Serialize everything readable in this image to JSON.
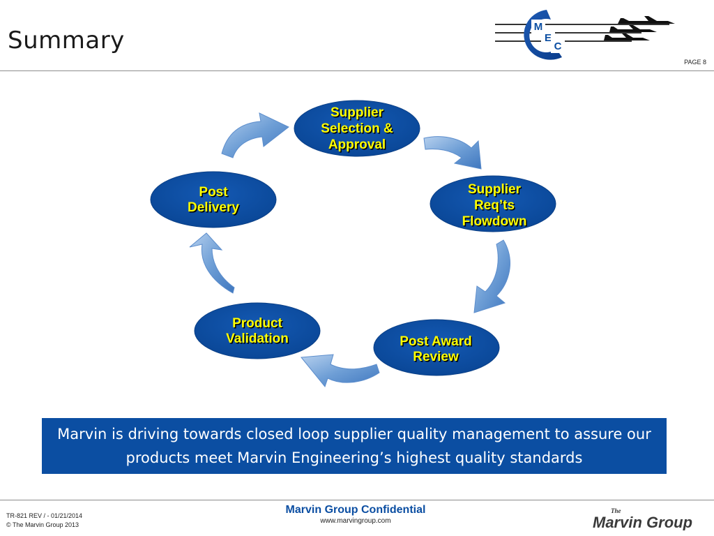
{
  "header": {
    "title": "Summary",
    "page_label": "PAGE 8",
    "logo_letters": [
      "M",
      "E",
      "C"
    ]
  },
  "diagram": {
    "nodes": [
      {
        "id": "supplier-selection",
        "lines": [
          "Supplier",
          "Selection &",
          "Approval"
        ]
      },
      {
        "id": "supplier-flowdown",
        "lines": [
          "Supplier",
          "Req’ts",
          "Flowdown"
        ]
      },
      {
        "id": "post-award-review",
        "lines": [
          "Post Award",
          "Review"
        ]
      },
      {
        "id": "product-validation",
        "lines": [
          "Product",
          "Validation"
        ]
      },
      {
        "id": "post-delivery",
        "lines": [
          "Post",
          "Delivery"
        ]
      }
    ],
    "node_fill": "#0b4ea2",
    "label_color": "#ffff00",
    "arrow_color": "#6f9fd6"
  },
  "callout": {
    "text": "Marvin is driving towards closed loop supplier quality management to assure our products meet Marvin Engineering’s highest quality standards"
  },
  "footer": {
    "doc_rev": "TR-821 REV / - 01/21/2014",
    "copyright": "© The Marvin Group 2013",
    "confidential": "Marvin Group Confidential",
    "website": "www.marvingroup.com",
    "logo_small": "The",
    "logo_main": "Marvin Group"
  }
}
